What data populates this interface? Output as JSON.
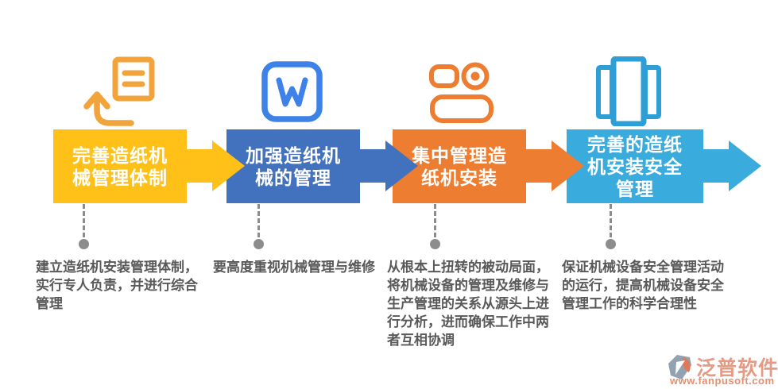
{
  "page": {
    "background": "#ffffff",
    "type": "process-flow-infographic"
  },
  "steps": [
    {
      "title": "完善造纸机械管理体制",
      "desc": "建立造纸机安装管理体制，实行专人负责，并进行综合管理",
      "color": "#FFC117",
      "icon": "document-return-arrow-icon",
      "icon_color": "#F2A43C"
    },
    {
      "title": "加强造纸机械的管理",
      "desc": "要高度重视机械管理与维修",
      "color": "#4271BE",
      "icon": "word-w-square-icon",
      "icon_color": "#3E82E7"
    },
    {
      "title": "集中管理造纸机安装",
      "desc": "从根本上扭转的被动局面，将机械设备的管理及维修与生产管理的关系从源头上进行分析，进而确保工作中两者互相协调",
      "color": "#ED7D31",
      "icon": "devices-toggle-icon",
      "icon_color": "#ED7D31"
    },
    {
      "title": "完善的造纸机安装安全管理",
      "desc": "保证机械设备安全管理活动的运行，提高机械设备安全管理工作的科学合理性",
      "color": "#39ABDC",
      "icon": "columns-books-icon",
      "icon_color": "#2E9ED6"
    }
  ],
  "connector": {
    "color": "#8C8C8C",
    "style": "dashed-line-with-dot"
  },
  "desc_text_color": "#595959",
  "watermark": {
    "brand": "泛普软件",
    "url": "www.fanpusoft.com",
    "brand_color": "#E59B83",
    "logo_gray": "#93A2B1",
    "logo_orange": "#E2785A"
  }
}
